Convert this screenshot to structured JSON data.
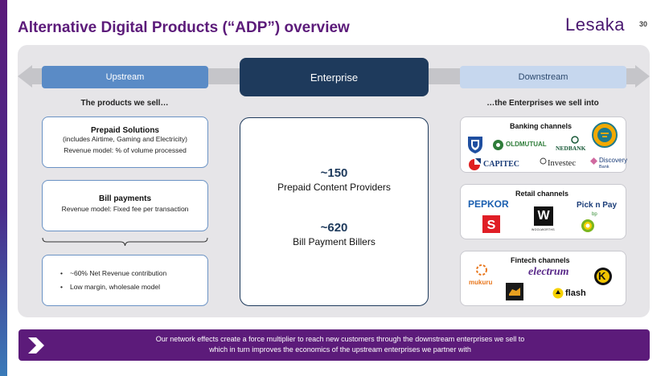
{
  "header": {
    "title": "Alternative Digital Products (“ADP”) overview",
    "logo_text": "Lesaka",
    "page_number": "30"
  },
  "flow": {
    "upstream_label": "Upstream",
    "enterprise_label": "Enterprise",
    "downstream_label": "Downstream",
    "left_subtitle": "The products we sell…",
    "right_subtitle": "…the Enterprises we sell into"
  },
  "products": [
    {
      "name": "Prepaid Solutions",
      "detail": "(includes Airtime, Gaming and Electricity)",
      "model": "Revenue model: % of volume processed"
    },
    {
      "name": "Bill payments",
      "model": "Revenue model: Fixed fee per transaction"
    }
  ],
  "bullets": [
    "~60% Net Revenue contribution",
    "Low margin, wholesale model"
  ],
  "enterprise": {
    "stat1_value": "~150",
    "stat1_label": "Prepaid Content Providers",
    "stat2_value": "~620",
    "stat2_label": "Bill Payment Billers"
  },
  "channels": {
    "banking": {
      "title": "Banking channels",
      "brands": [
        "OLDMUTUAL",
        "NEDBANK",
        "CAPITEC",
        "Investec",
        "Discovery",
        "Bank"
      ]
    },
    "retail": {
      "title": "Retail channels",
      "brands": [
        "PEPKOR",
        "W",
        "WOOLWORTHS",
        "Pick n Pay",
        "bp"
      ]
    },
    "fintech": {
      "title": "Fintech channels",
      "brands": [
        "mukuru",
        "electrum",
        "flash",
        "K"
      ]
    }
  },
  "footer": {
    "line1": "Our network effects create a force multiplier to reach new customers through the downstream enterprises we sell to",
    "line2": "which in turn improves the economics of the upstream enterprises we partner with"
  },
  "colors": {
    "brand_purple": "#5c1b7a",
    "upstream_blue": "#5a8bc6",
    "enterprise_navy": "#1e3a5c",
    "downstream_light": "#c6d7ee"
  }
}
